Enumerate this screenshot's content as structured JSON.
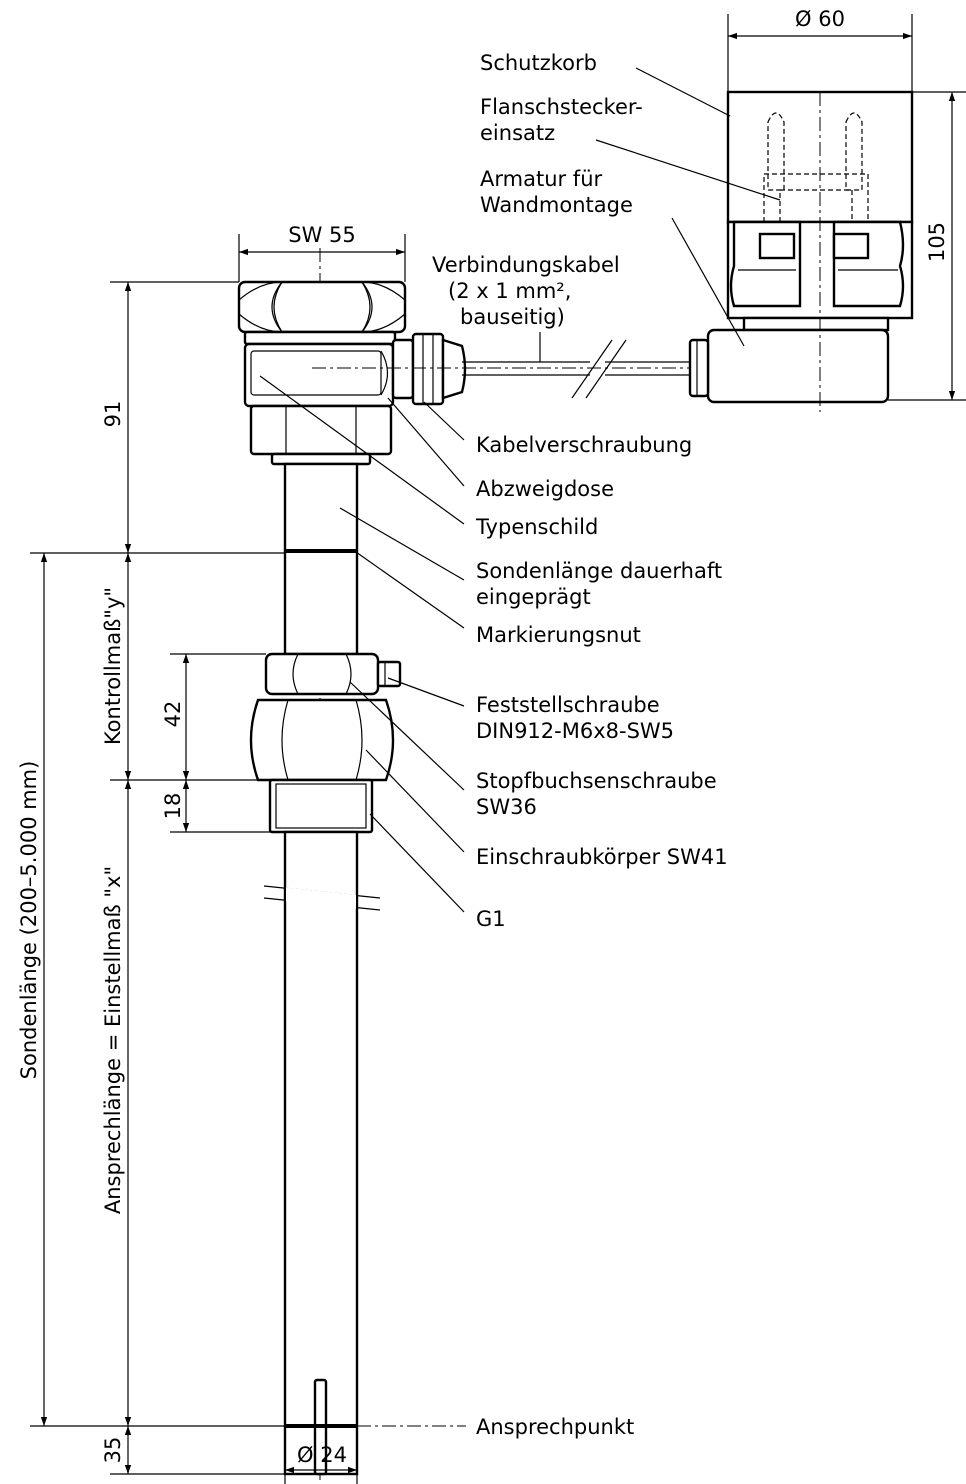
{
  "labels": {
    "schutzkorb": "Schutzkorb",
    "flanschstecker_1": "Flanschstecker-",
    "flanschstecker_2": "einsatz",
    "armatur_1": "Armatur für",
    "armatur_2": "Wandmontage",
    "kabel_1": "Verbindungskabel",
    "kabel_2": "(2 x 1 mm², ",
    "kabel_3": "bauseitig)",
    "kabelverschraubung": "Kabelverschraubung",
    "abzweigdose": "Abzweigdose",
    "typenschild": "Typenschild",
    "sondenlaenge_1": "Sondenlänge dauerhaft",
    "sondenlaenge_2": "eingeprägt",
    "markierungsnut": "Markierungsnut",
    "feststell_1": "Feststellschraube",
    "feststell_2": "DIN912-M6x8-SW5",
    "stopf_1": "Stopfbuchsenschraube",
    "stopf_2": "SW36",
    "einschraub": "Einschraubkörper SW41",
    "g1": "G1",
    "ansprechpunkt": "Ansprechpunkt"
  },
  "dimensions": {
    "sw55": "SW 55",
    "d60": "Ø 60",
    "d24": "Ø 24",
    "h105": "105",
    "h91": "91",
    "h42": "42",
    "h18": "18",
    "h35": "35",
    "kontrollmass": "Kontrollmaß\"y\"",
    "sondenlaenge_total": "Sondenlänge (200–5.000 mm)",
    "ansprechlaenge": "Ansprechlänge = Einstellmaß \"x\""
  }
}
